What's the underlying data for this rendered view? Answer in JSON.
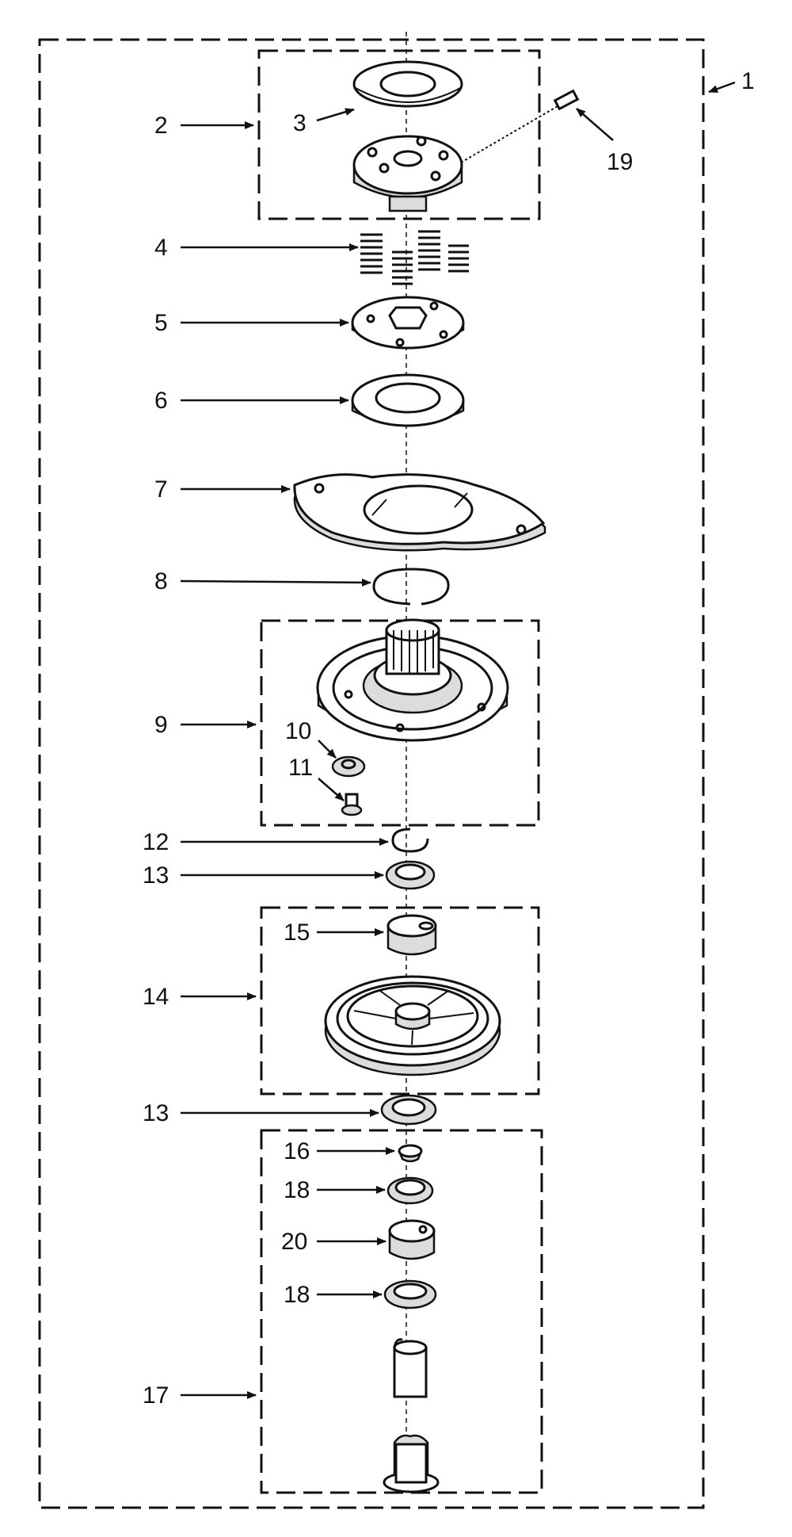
{
  "callouts": [
    {
      "id": "c1",
      "text": "1"
    },
    {
      "id": "c2",
      "text": "2"
    },
    {
      "id": "c3",
      "text": "3"
    },
    {
      "id": "c19",
      "text": "19"
    },
    {
      "id": "c4",
      "text": "4"
    },
    {
      "id": "c5",
      "text": "5"
    },
    {
      "id": "c6",
      "text": "6"
    },
    {
      "id": "c7",
      "text": "7"
    },
    {
      "id": "c8",
      "text": "8"
    },
    {
      "id": "c9",
      "text": "9"
    },
    {
      "id": "c10",
      "text": "10"
    },
    {
      "id": "c11",
      "text": "11"
    },
    {
      "id": "c12",
      "text": "12"
    },
    {
      "id": "c13a",
      "text": "13"
    },
    {
      "id": "c15",
      "text": "15"
    },
    {
      "id": "c14",
      "text": "14"
    },
    {
      "id": "c13b",
      "text": "13"
    },
    {
      "id": "c16",
      "text": "16"
    },
    {
      "id": "c18a",
      "text": "18"
    },
    {
      "id": "c20",
      "text": "20"
    },
    {
      "id": "c18b",
      "text": "18"
    },
    {
      "id": "c17",
      "text": "17"
    }
  ]
}
